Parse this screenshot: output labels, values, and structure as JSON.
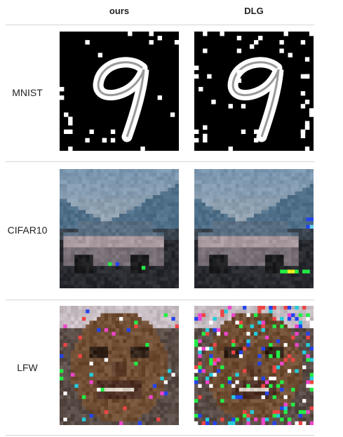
{
  "columns": [
    "ours",
    "DLG"
  ],
  "rows": [
    {
      "label": "MNIST",
      "dataset": "mnist"
    },
    {
      "label": "CIFAR10",
      "dataset": "cifar"
    },
    {
      "label": "LFW",
      "dataset": "lfw"
    }
  ],
  "colors": {
    "rule": "#d6d6d6",
    "mnist_bg": "#000000",
    "mnist_fg": "#ffffff",
    "cifar_sky": "#7a9ab0",
    "cifar_mountain": "#50708a",
    "cifar_car": "#a89aa0",
    "cifar_road": "#2a2a2e",
    "lfw_skin": "#6a4a30",
    "noise_green": "#22ee44",
    "noise_blue": "#2244ee",
    "noise_magenta": "#ee44cc"
  }
}
